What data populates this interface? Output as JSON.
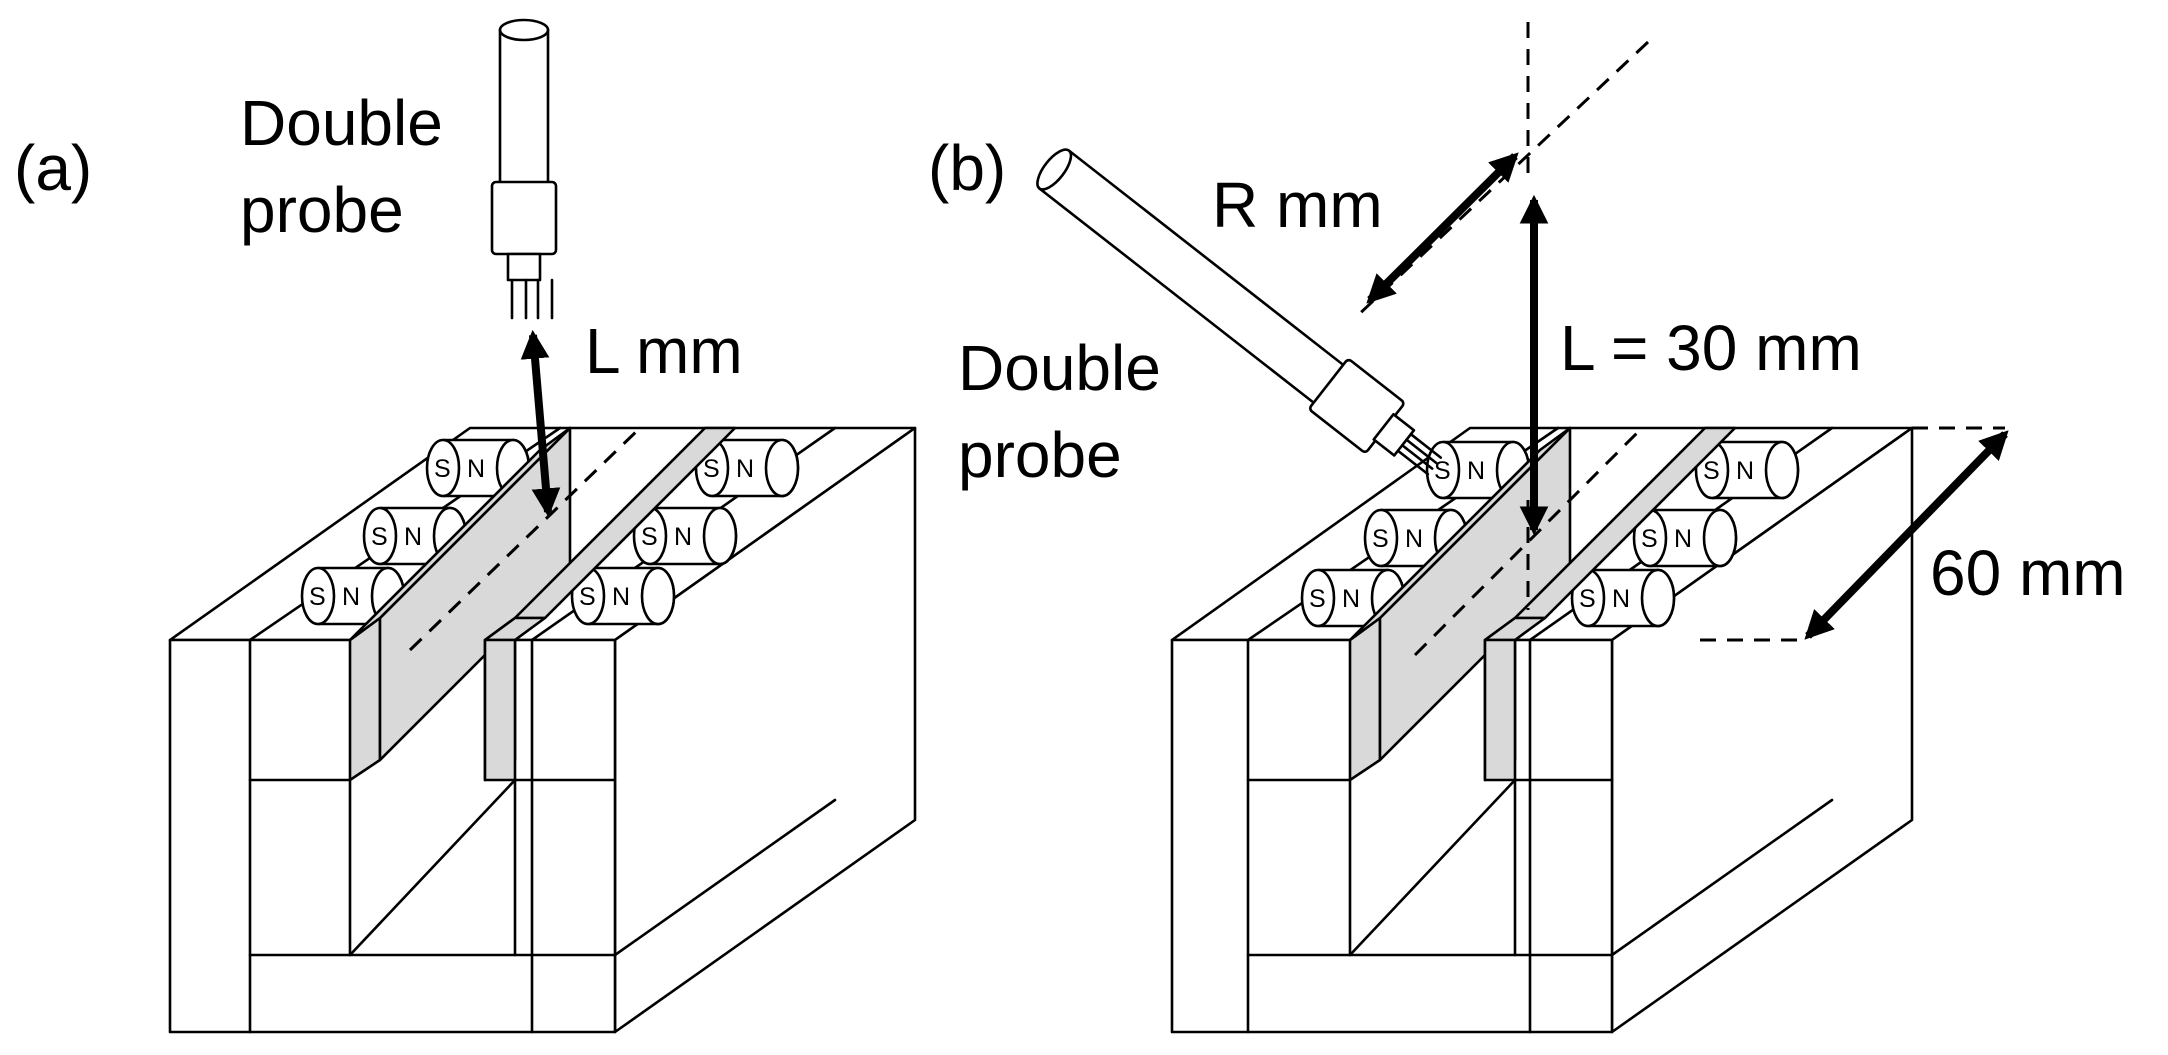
{
  "panel_a": {
    "label": "(a)",
    "probe_label_line1": "Double",
    "probe_label_line2": "probe",
    "distance_label": "L mm"
  },
  "panel_b": {
    "label": "(b)",
    "probe_label_line1": "Double",
    "probe_label_line2": "probe",
    "radial_label": "R mm",
    "distance_label": "L = 30 mm",
    "depth_label": "60 mm"
  },
  "magnet": {
    "south": "S",
    "north": "N"
  }
}
